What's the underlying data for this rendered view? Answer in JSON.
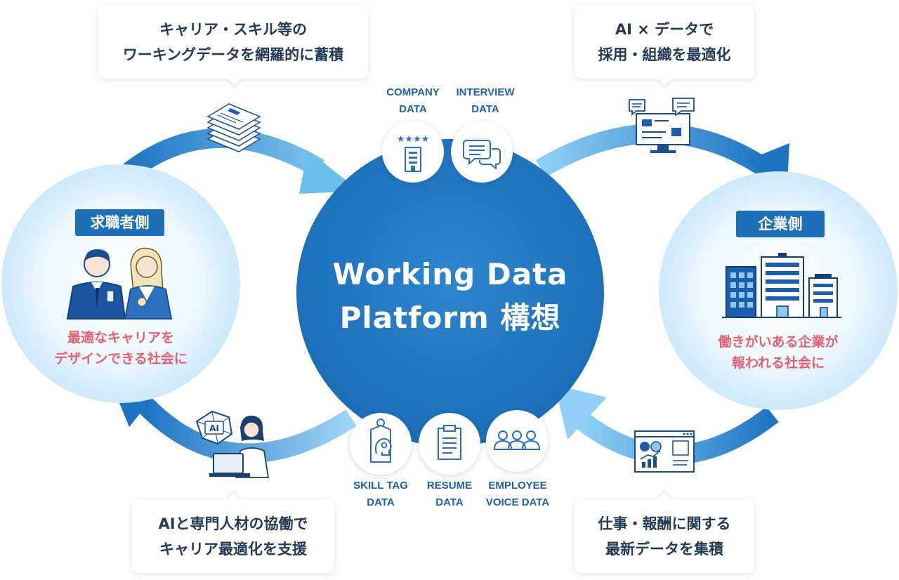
{
  "center": {
    "title_line1": "Working Data",
    "title_line2": "Platform 構想"
  },
  "job_seeker": {
    "label": "求職者側",
    "text_line1": "最適なキャリアを",
    "text_line2": "デザインできる社会に"
  },
  "company": {
    "label": "企業側",
    "text_line1": "働きがいある企業が",
    "text_line2": "報われる社会に"
  },
  "callouts": {
    "top_left": {
      "line1": "キャリア・スキル等の",
      "line2": "ワーキングデータを網羅的に蓄積"
    },
    "top_right": {
      "line1": "AI × データで",
      "line2": "採用・組織を最適化"
    },
    "bottom_left": {
      "line1": "AIと専門人材の協働で",
      "line2": "キャリア最適化を支援"
    },
    "bottom_right": {
      "line1": "仕事・報酬に関する",
      "line2": "最新データを集積"
    }
  },
  "data_badges": {
    "company": {
      "line1": "COMPANY",
      "line2": "DATA",
      "icon": "company-building-icon"
    },
    "interview": {
      "line1": "INTERVIEW",
      "line2": "DATA",
      "icon": "speech-bubbles-icon"
    },
    "skill_tag": {
      "line1": "SKILL TAG",
      "line2": "DATA",
      "icon": "skill-tag-icon"
    },
    "resume": {
      "line1": "RESUME",
      "line2": "DATA",
      "icon": "resume-document-icon"
    },
    "employee_voice": {
      "line1": "EMPLOYEE",
      "line2": "VOICE DATA",
      "icon": "employees-group-icon"
    }
  },
  "ai_badge": "AI",
  "colors": {
    "primary_blue": "#1f72bd",
    "arrow_blue": "#2b86cf",
    "label_blue": "#1d6fb8",
    "accent_pink": "#e6606d",
    "badge_text": "#1e5fa6",
    "callout_text": "#243a55"
  }
}
